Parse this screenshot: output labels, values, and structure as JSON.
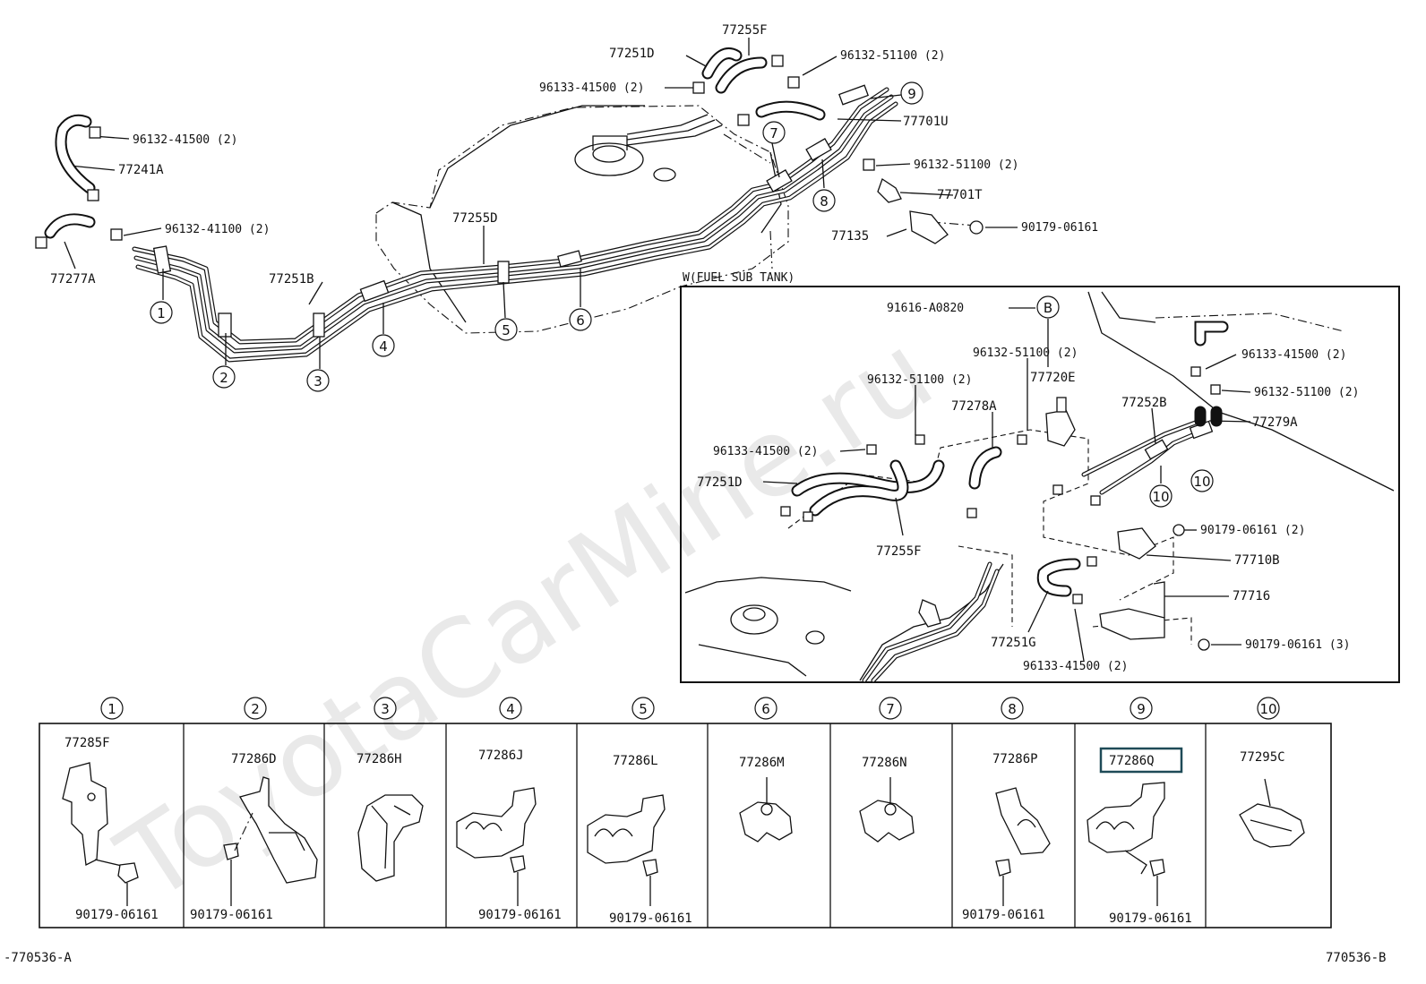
{
  "watermark": "ToyotaCarMine.ru",
  "footer": {
    "left_code": "-770536-A",
    "right_code": "770536-B"
  },
  "main_labels": {
    "p77255F": "77255F",
    "p77251D": "77251D",
    "p96133_41500_top": "96133-41500 (2)",
    "p96132_51100_top": "96132-51100 (2)",
    "p96132_41500": "96132-41500 (2)",
    "p77241A": "77241A",
    "p96132_41100": "96132-41100 (2)",
    "p77277A": "77277A",
    "p77255D": "77255D",
    "p77251B": "77251B",
    "p77701U": "77701U",
    "p96132_51100_mid": "96132-51100 (2)",
    "p77701T": "77701T",
    "p77135": "77135",
    "p90179_06161_top": "90179-06161"
  },
  "circled_markers": [
    "1",
    "2",
    "3",
    "4",
    "5",
    "6",
    "7",
    "8",
    "9",
    "10"
  ],
  "inset": {
    "title": "W(FUEL SUB TANK)",
    "marker_b": "B",
    "labels": {
      "p91616": "91616-A0820",
      "p96132_51100_a": "96132-51100 (2)",
      "p77720E": "77720E",
      "p96133_41500_r": "96133-41500 (2)",
      "p96132_51100_r": "96132-51100 (2)",
      "p96132_51100_l": "96132-51100 (2)",
      "p77278A": "77278A",
      "p77252B": "77252B",
      "p77279A": "77279A",
      "p96133_41500_l": "96133-41500 (2)",
      "p77251D": "77251D",
      "p77255F": "77255F",
      "p90179_06161_2": "90179-06161 (2)",
      "p77710B": "77710B",
      "p77716": "77716",
      "p77251G": "77251G",
      "p90179_06161_3": "90179-06161 (3)",
      "p96133_41500_b": "96133-41500 (2)"
    }
  },
  "clamp_table": [
    {
      "marker": "1",
      "part": "77285F",
      "bolt": "90179-06161"
    },
    {
      "marker": "2",
      "part": "77286D",
      "bolt": "90179-06161"
    },
    {
      "marker": "3",
      "part": "77286H",
      "bolt": ""
    },
    {
      "marker": "4",
      "part": "77286J",
      "bolt": "90179-06161"
    },
    {
      "marker": "5",
      "part": "77286L",
      "bolt": "90179-06161"
    },
    {
      "marker": "6",
      "part": "77286M",
      "bolt": ""
    },
    {
      "marker": "7",
      "part": "77286N",
      "bolt": ""
    },
    {
      "marker": "8",
      "part": "77286P",
      "bolt": "90179-06161"
    },
    {
      "marker": "9",
      "part": "77286Q",
      "bolt": "90179-06161",
      "highlighted": true
    },
    {
      "marker": "10",
      "part": "77295C",
      "bolt": ""
    }
  ],
  "colors": {
    "ink": "#111111",
    "highlight": "#1e4a57",
    "watermark": "#e9e9e9"
  }
}
